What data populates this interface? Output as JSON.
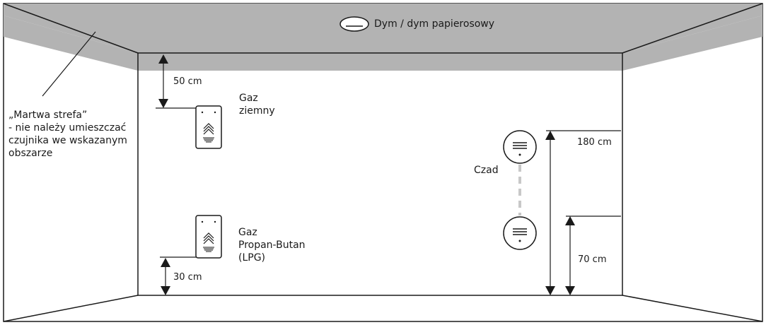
{
  "labels": {
    "smoke": "Dym / dym papierosowy",
    "dead_zone_line1": "„Martwa strefa”",
    "dead_zone_line2": "- nie należy umieszczać",
    "dead_zone_line3": "czujnika we wskazanym",
    "dead_zone_line4": "obszarze",
    "natural_gas_line1": "Gaz",
    "natural_gas_line2": "ziemny",
    "lpg_line1": "Gaz",
    "lpg_line2": "Propan-Butan",
    "lpg_line3": "(LPG)",
    "co": "Czad"
  },
  "dimensions": {
    "natural_gas_from_ceiling": "50 cm",
    "lpg_from_floor": "30 cm",
    "co_upper_from_floor": "180 cm",
    "co_lower_from_floor": "70 cm"
  },
  "colors": {
    "dead_zone": "#b3b3b3",
    "lines": "#1a1a1a",
    "dashed": "#c8c8c8"
  }
}
